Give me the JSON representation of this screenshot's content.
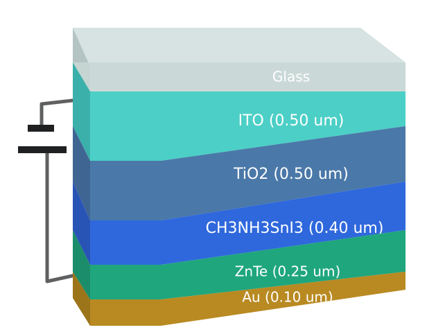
{
  "layers": [
    {
      "key": "glass",
      "label": "Glass",
      "colors": {
        "front": "#c6d6d4",
        "side": "#b4c4c2",
        "top": "#d7e3e2"
      }
    },
    {
      "key": "ito",
      "label": "ITO (0.50 um)",
      "colors": {
        "front": "#4ccfc6",
        "side": "#3bb0aa"
      }
    },
    {
      "key": "tio2",
      "label": "TiO2 (0.50 um)",
      "colors": {
        "front": "#4a78a8",
        "side": "#3f6593"
      }
    },
    {
      "key": "perovskite",
      "label": "CH3NH3SnI3 (0.40 um)",
      "colors": {
        "front": "#2f68dc",
        "side": "#2854b6"
      }
    },
    {
      "key": "znte",
      "label": "ZnTe (0.25 um)",
      "colors": {
        "front": "#1fa67d",
        "side": "#1b8d6a"
      }
    },
    {
      "key": "au",
      "label": "Au (0.10 um)",
      "colors": {
        "front": "#b98a22",
        "side": "#9c7419"
      }
    }
  ],
  "circuit": {
    "wire_color": "#5f6061",
    "battery_color": "#1f2021"
  }
}
